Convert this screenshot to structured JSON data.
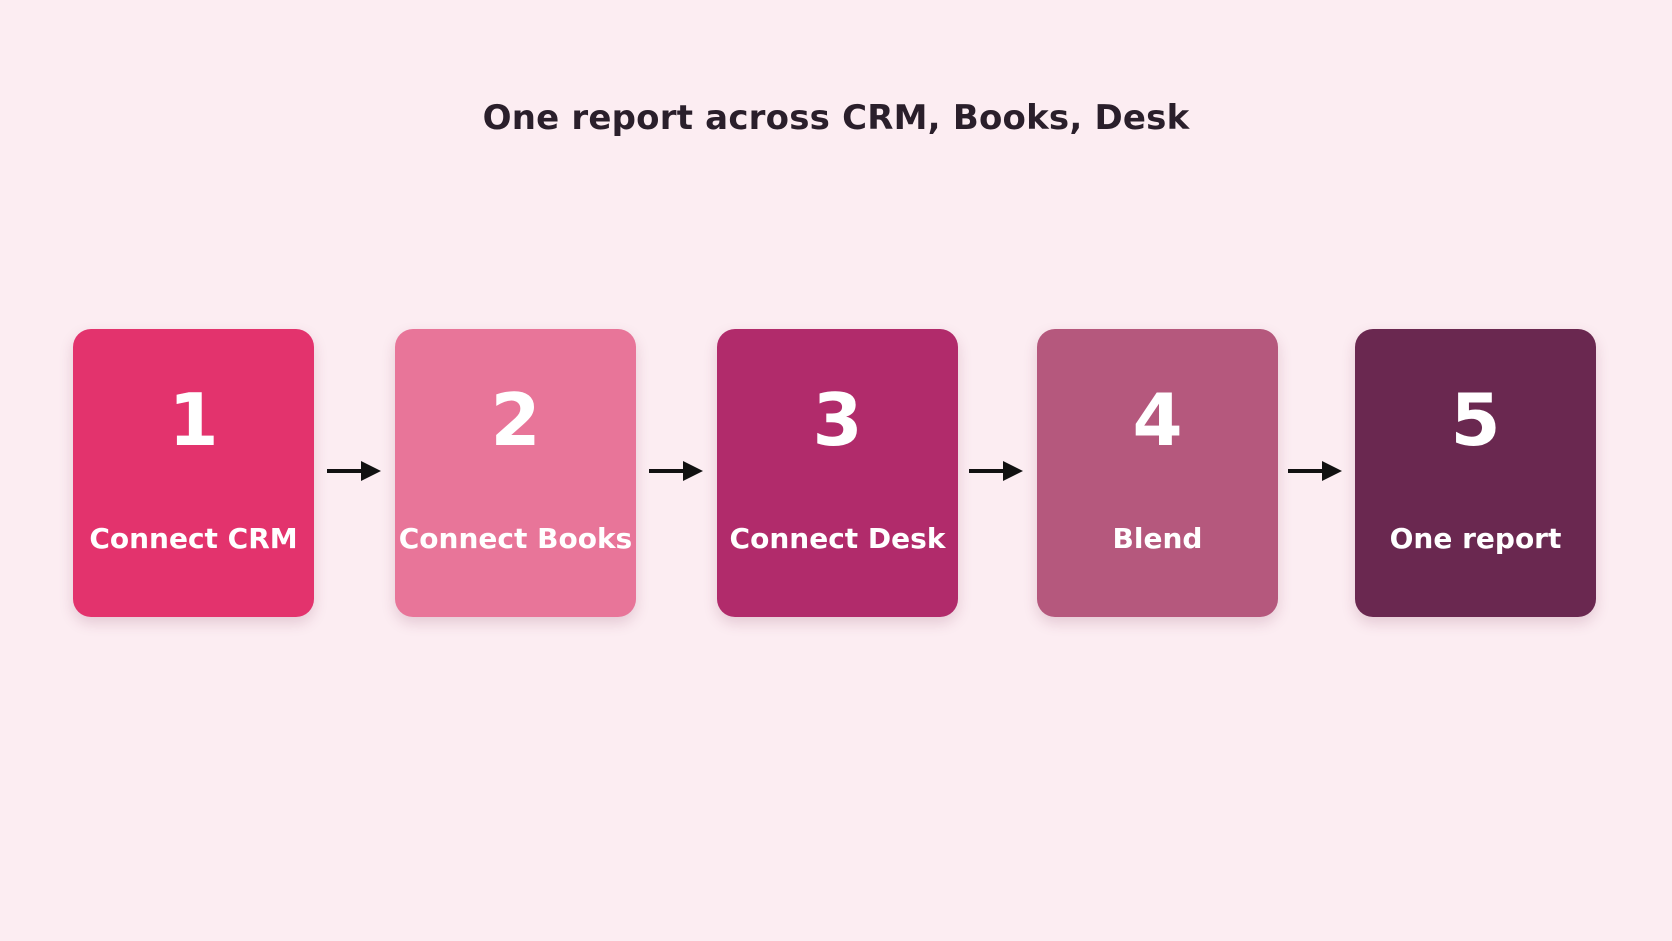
{
  "title": "One report across CRM, Books, Desk",
  "steps": [
    {
      "number": "1",
      "label": "Connect CRM",
      "color": "#e3336d"
    },
    {
      "number": "2",
      "label": "Connect Books",
      "color": "#e87599"
    },
    {
      "number": "3",
      "label": "Connect Desk",
      "color": "#b12b6b"
    },
    {
      "number": "4",
      "label": "Blend",
      "color": "#b5587d"
    },
    {
      "number": "5",
      "label": "One report",
      "color": "#6a2850"
    }
  ],
  "connector_icon": "arrow-right-icon"
}
